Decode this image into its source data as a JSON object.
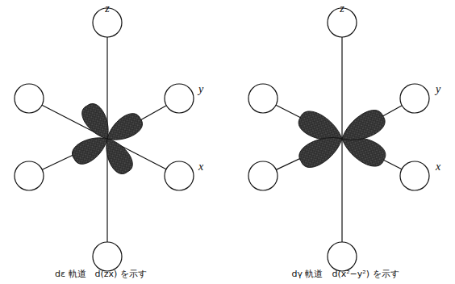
{
  "diagram": {
    "labels": [
      "z",
      "y",
      "x",
      "z",
      "y",
      "x",
      "dε 軌道　d(zx) を示す",
      "dγ 軌道　d(x²−y²) を示す"
    ]
  }
}
